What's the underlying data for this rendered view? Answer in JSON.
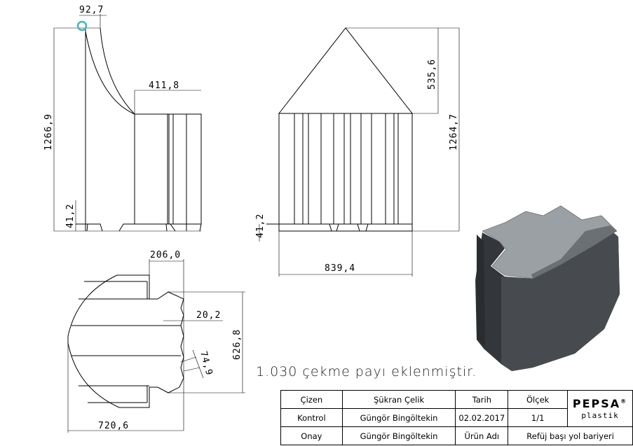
{
  "dimensions": {
    "side_top_width": "92,7",
    "side_height": "1266,9",
    "side_box_width": "411,8",
    "side_base": "41,2",
    "front_peak": "535,6",
    "front_height": "1264,7",
    "front_base": "41,2",
    "front_width": "839,4",
    "plan_notch_width": "206,0",
    "plan_groove": "20,2",
    "plan_depth": "626,8",
    "plan_chamfer": "74,9",
    "plan_width": "720,6"
  },
  "note": "1.030 çekme payı eklenmiştir.",
  "title_block": {
    "rows": [
      [
        "Çizen",
        "Şükran Çelik",
        "Tarih",
        "Ölçek"
      ],
      [
        "Kontrol",
        "Güngör Bingöltekin",
        "02.02.2017",
        "1/1"
      ],
      [
        "Onay",
        "Güngör Bingöltekin",
        "Ürün Adı",
        "Refüj başı yol bariyeri"
      ]
    ],
    "logo_name": "PEPSA",
    "logo_mark": "®",
    "logo_sub": "plastik"
  },
  "colors": {
    "model_dark": "#3a3d40",
    "model_top": "#9aa0a3",
    "marker": "#3fb7c0"
  }
}
